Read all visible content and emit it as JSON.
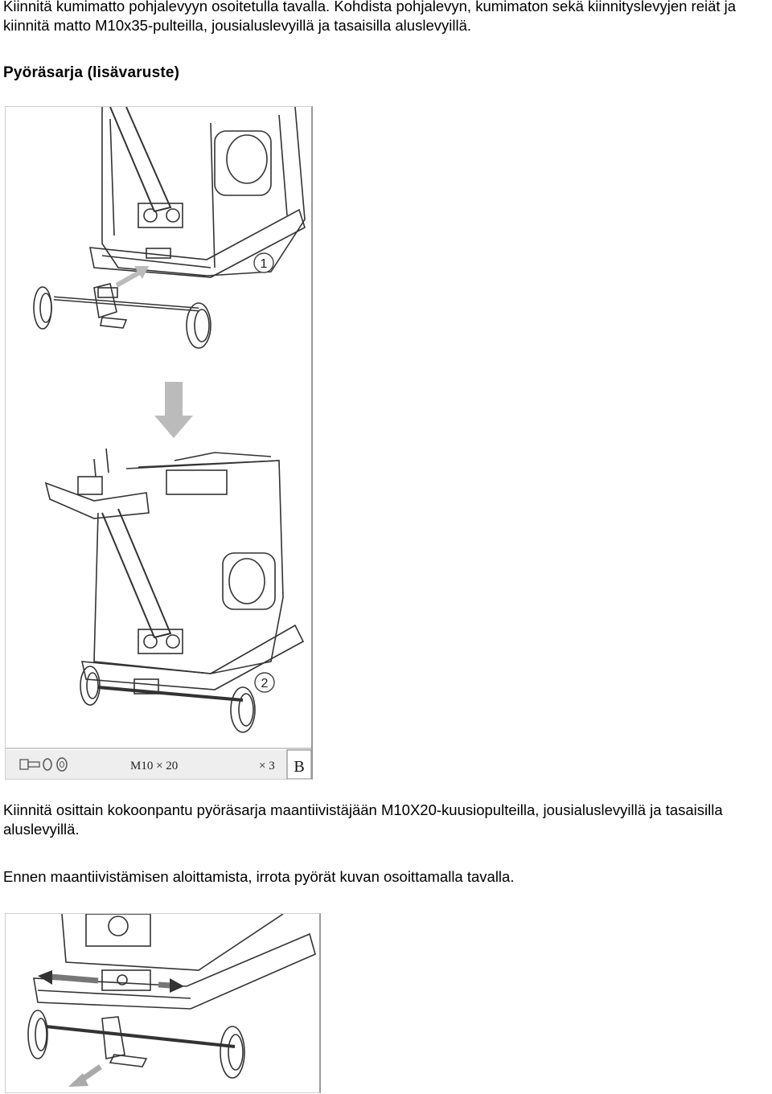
{
  "intro_text": "Kiinnitä kumimatto pohjalevyyn osoitetulla tavalla. Kohdista pohjalevyn, kumimaton sekä kiinnityslevyjen reiät ja kiinnitä matto M10x35-pulteilla, jousialuslevyillä ja tasaisilla aluslevyillä.",
  "section_heading": "Pyöräsarja (lisävaruste)",
  "figure1": {
    "step1_label": "1",
    "step2_label": "2",
    "legend_spec": "M10 × 20",
    "legend_qty": "× 3",
    "legend_code": "B",
    "icons": [
      "bolt-icon",
      "spring-washer-icon",
      "flat-washer-icon",
      "down-arrow-icon",
      "step-arrow-icon"
    ]
  },
  "instruction_text": "Kiinnitä osittain kokoonpantu pyöräsarja maantiivistäjään M10X20-kuusiopulteilla, jousialuslevyillä ja tasaisilla aluslevyillä.",
  "removal_text": "Ennen maantiivistämisen aloittamista, irrota pyörät kuvan osoittamalla tavalla.",
  "figure2": {
    "icons": [
      "left-arrow-icon",
      "right-arrow-icon",
      "down-left-arrow-icon"
    ]
  }
}
